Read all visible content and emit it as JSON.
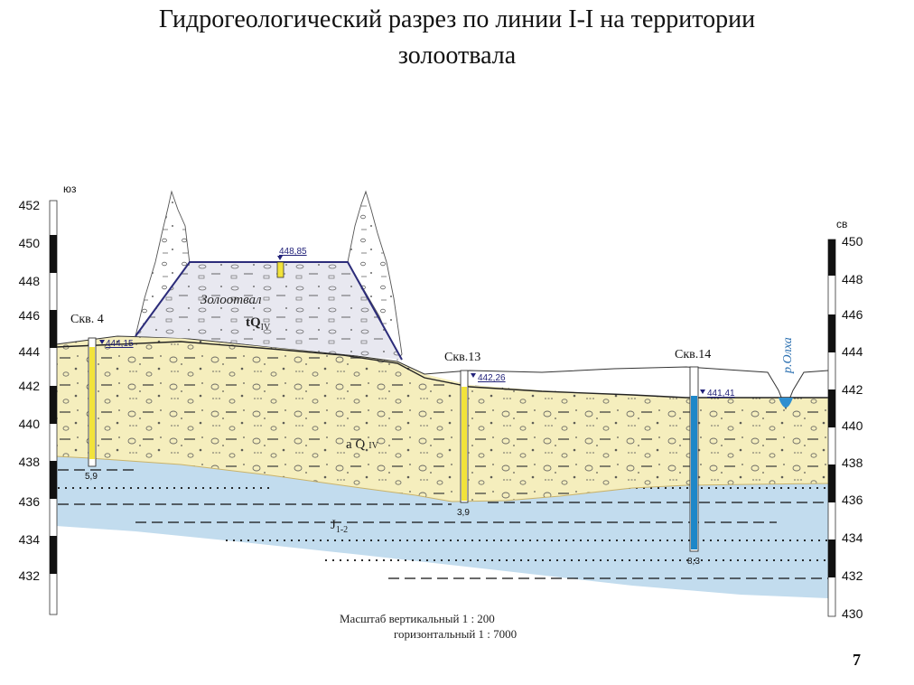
{
  "title": {
    "line1": "Гидрогеологический разрез по линии I-I  на территории",
    "line2": "золоотвала"
  },
  "direction": {
    "left": "юз",
    "right": "св"
  },
  "scale_left": [
    "452",
    "450",
    "448",
    "446",
    "444",
    "442",
    "440",
    "438",
    "436",
    "434",
    "432"
  ],
  "scale_right": [
    "450",
    "448",
    "446",
    "444",
    "442",
    "440",
    "438",
    "436",
    "434",
    "432",
    "430"
  ],
  "wells": [
    {
      "id": "skv4",
      "name": "Скв. 4",
      "water_level": "444,15",
      "depth": "5,9"
    },
    {
      "id": "skv13",
      "name": "Скв.13",
      "water_level": "442,26",
      "depth": "3,9"
    },
    {
      "id": "skv14",
      "name": "Скв.14",
      "water_level": "441,41",
      "depth": "8,3"
    }
  ],
  "dump": {
    "label": "Золоотвал",
    "index": "tQ",
    "index_sub": "IV",
    "water_level": "448,85"
  },
  "layers": {
    "alluvium": {
      "index": "a Q",
      "index_sub": "IV"
    },
    "jurassic": {
      "index": "J",
      "index_sub": "1-2"
    }
  },
  "river": {
    "label": "р.Олха"
  },
  "scale_note": {
    "vertical": "Масштаб  вертикальный 1 : 200",
    "horizontal": "горизонтальный 1 : 7000"
  },
  "page_number": "7",
  "colors": {
    "alluvium": "#f5eebd",
    "jurassic": "#c2dcee",
    "dump": "#e8e8f0",
    "dump_outline": "#2c2c7a",
    "well_yellow": "#f2e33a",
    "well_blue": "#1e87c8",
    "water_mark": "#23237a"
  }
}
